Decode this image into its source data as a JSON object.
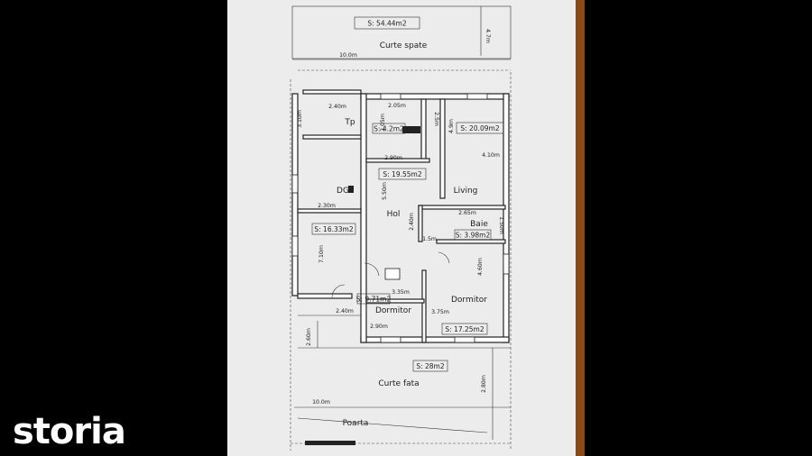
{
  "brand": {
    "logo_text": "storia"
  },
  "zones": {
    "backyard": {
      "area": "S: 54.44m2",
      "name": "Curte spate",
      "width": "10.0m",
      "depth": "4.7m"
    },
    "frontyard": {
      "area": "S: 28m2",
      "name": "Curte fata",
      "width": "10.0m",
      "depth": "2.80m",
      "gate": "Poarta",
      "side": "2.60m"
    }
  },
  "rooms": {
    "wc": {
      "label": "Tp",
      "area": "S: 4.2m2"
    },
    "dining": {
      "label": "DG"
    },
    "hall": {
      "label": "Hol",
      "area": "S: 19.55m2"
    },
    "living": {
      "label": "Living",
      "area": "S: 20.09m2"
    },
    "bath": {
      "label": "Baie",
      "area": "S: 3.98m2"
    },
    "kitchen": {
      "area": "S: 16.33m2"
    },
    "bedroom_small": {
      "label": "Dormitor",
      "area": "S: 9.71m2"
    },
    "bedroom_large": {
      "label": "Dormitor",
      "area": "S: 17.25m2"
    }
  },
  "dimensions": {
    "d_240_top": "2.40m",
    "d_310": "3.10m",
    "d_205_h": "2.05m",
    "d_205_v": "2.05m",
    "d_25": "2.5m",
    "d_49": "4.9m",
    "d_290_mid": "2.90m",
    "d_410": "4.10m",
    "d_550": "5.50m",
    "d_230": "2.30m",
    "d_265": "2.65m",
    "d_240_mid": "2.40m",
    "d_15": "1.5m",
    "d_150": "1.50m",
    "d_710": "7.10m",
    "d_335": "3.35m",
    "d_460": "4.60m",
    "d_240_low": "2.40m",
    "d_290_low": "2.90m",
    "d_375": "3.75m"
  }
}
